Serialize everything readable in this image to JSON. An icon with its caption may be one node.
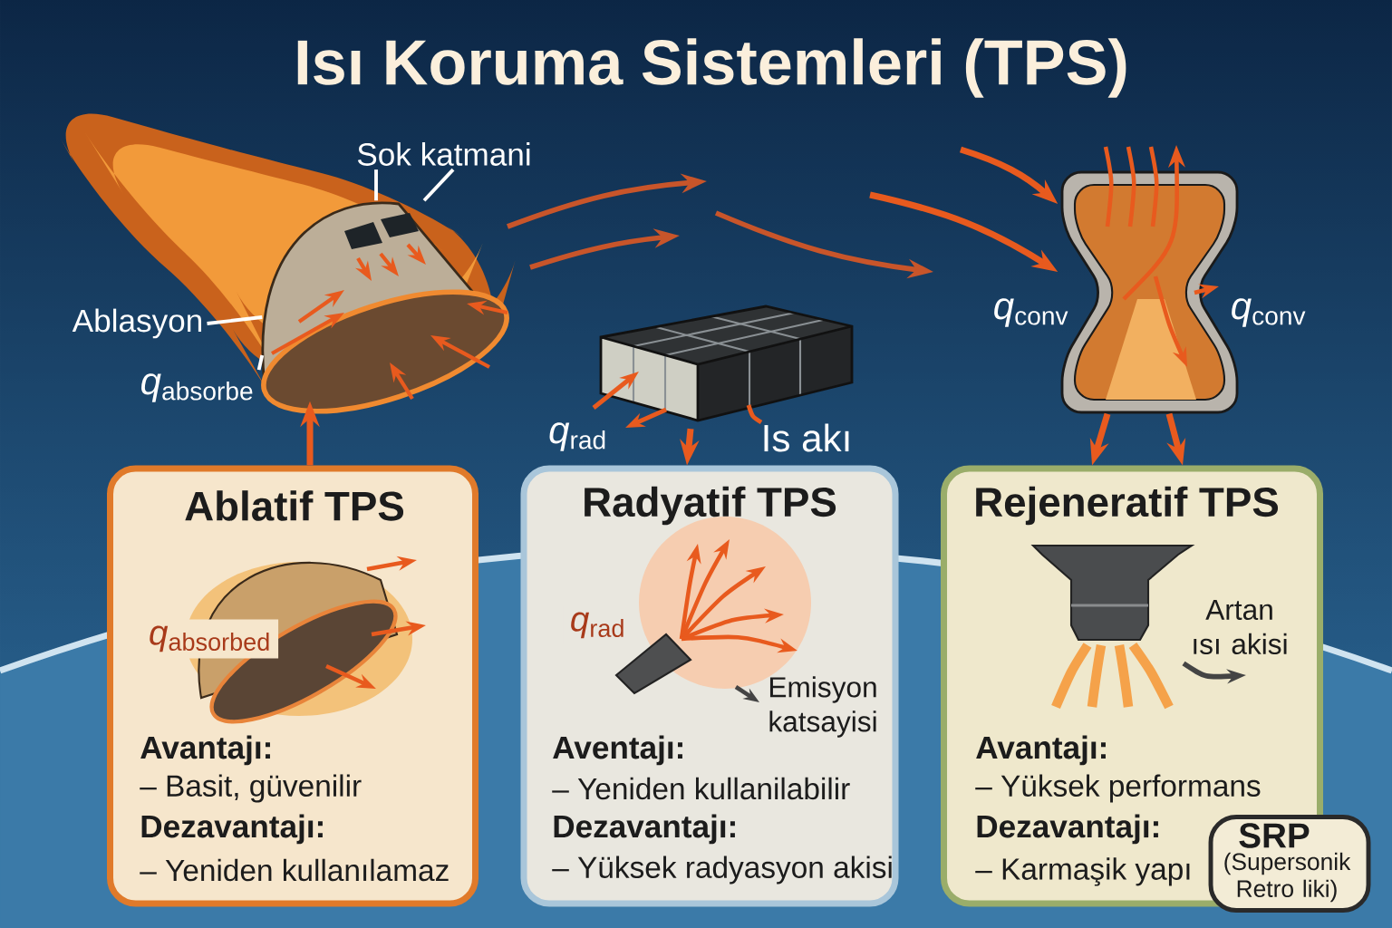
{
  "diagram": {
    "title": "Isı Koruma Sistemleri (TPS)",
    "nodes": [
      {
        "text": [],
        "shape": "picture"
      },
      {
        "text": [
          "Sok katmani"
        ]
      },
      {
        "text": [
          "Ablasyon"
        ]
      },
      {
        "text": [
          "*q*$_{absorbe}$"
        ]
      },
      {
        "text": [],
        "shape": "picture"
      },
      {
        "text": [],
        "shape": "picture"
      },
      {
        "text": [
          "Ablatif TPS",
          "*q*$_{absorbed}$",
          "Avantajı:",
          "– Basit, güvenilir",
          "Dezavantajı:",
          "– Yeniden kullanılamaz"
        ]
      },
      {
        "text": [
          "Radyatif TPS",
          "*q*$_{rad}$",
          "Emisyon katsayisi",
          "Aventajı:",
          "– Yeniden kullanilabilir",
          "Dezavantajı:",
          "– Yüksek radyasyon akisi"
        ]
      },
      {
        "text": [
          "Rejeneratif TPS",
          "Artan ısı akisi",
          "Avantajı:",
          "– Yüksek performans",
          "Dezavantajı:",
          "– Karmaşik yapı"
        ]
      },
      {
        "text": [
          "SRP",
          "(Supersonik Retro liki)"
        ]
      }
    ],
    "edges": [
      {
        "from": 6,
        "to": 0,
        "arrow": "to"
      },
      {
        "from": 4,
        "to": 7,
        "arrow": "to"
      },
      {
        "from": 5,
        "to": 8,
        "arrow": "to"
      },
      {
        "from": 5,
        "to": 8,
        "arrow": "to"
      },
      {
        "from": 1,
        "to": 0,
        "arrow": "none",
        "color": "#ffffff"
      },
      {
        "from": 1,
        "to": 0,
        "arrow": "none",
        "color": "#ffffff"
      },
      {
        "from": 2,
        "to": 0,
        "arrow": "none",
        "color": "#ffffff"
      },
      {
        "from": 3,
        "to": 0,
        "arrow": "none",
        "color": "#ffffff"
      },
      {
        "from": null,
        "to": 5,
        "arrow": "to"
      },
      {
        "from": null,
        "to": 5,
        "arrow": "to"
      }
    ],
    "labels": [
      "*q*$_{rad}$",
      "Is akı",
      "*q*$_{conv}$",
      "*q*$_{conv}$"
    ]
  }
}
